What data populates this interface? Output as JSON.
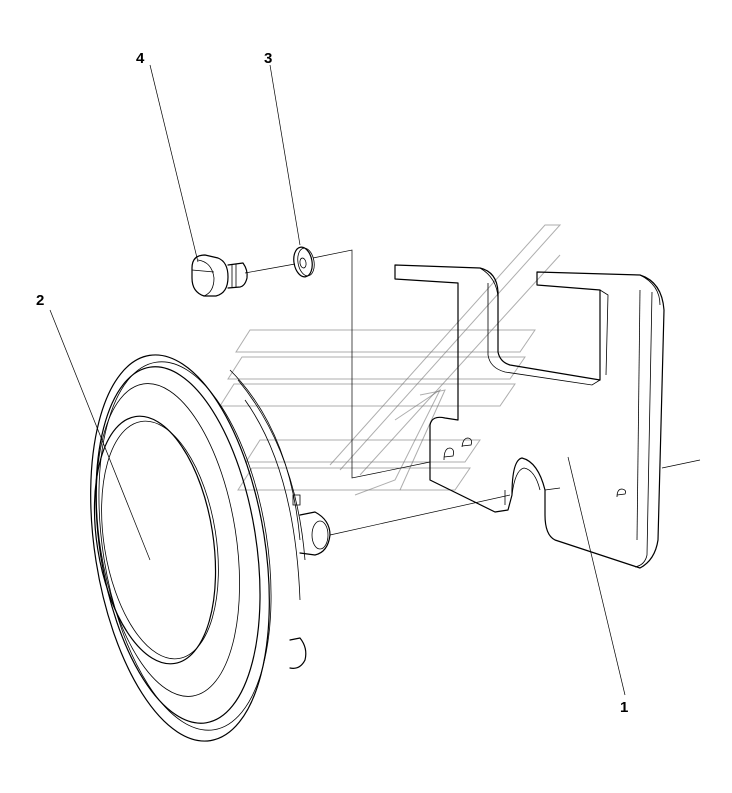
{
  "callouts": {
    "part_1": "1",
    "part_2": "2",
    "part_3": "3",
    "part_4": "4"
  },
  "style": {
    "line_color": "#000000",
    "watermark_color": "#6b6b6b",
    "background": "#ffffff"
  }
}
